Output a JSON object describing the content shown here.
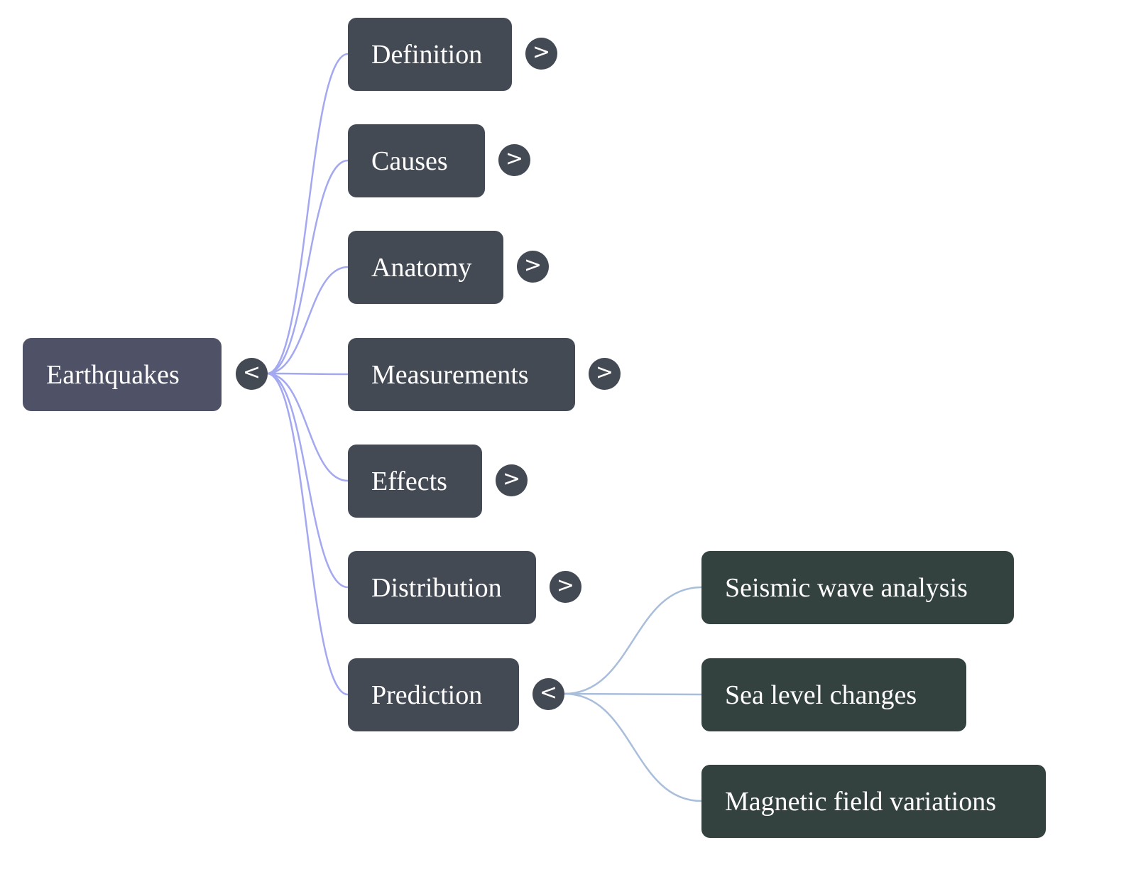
{
  "mindmap": {
    "root": {
      "label": "Earthquakes",
      "toggle": "<",
      "expanded": true
    },
    "children": [
      {
        "label": "Definition",
        "toggle": ">",
        "expanded": false
      },
      {
        "label": "Causes",
        "toggle": ">",
        "expanded": false
      },
      {
        "label": "Anatomy",
        "toggle": ">",
        "expanded": false
      },
      {
        "label": "Measurements",
        "toggle": ">",
        "expanded": false
      },
      {
        "label": "Effects",
        "toggle": ">",
        "expanded": false
      },
      {
        "label": "Distribution",
        "toggle": ">",
        "expanded": false
      },
      {
        "label": "Prediction",
        "toggle": "<",
        "expanded": true,
        "children": [
          {
            "label": "Seismic wave analysis"
          },
          {
            "label": "Sea level changes"
          },
          {
            "label": "Magnetic field variations"
          }
        ]
      }
    ]
  },
  "colors": {
    "root_fill": "#4f5166",
    "child_fill": "#444a54",
    "grandchild_fill": "#33423f",
    "root_link": "#a3a8f0",
    "prediction_link": "#a9bedb",
    "text": "#ffffff"
  }
}
